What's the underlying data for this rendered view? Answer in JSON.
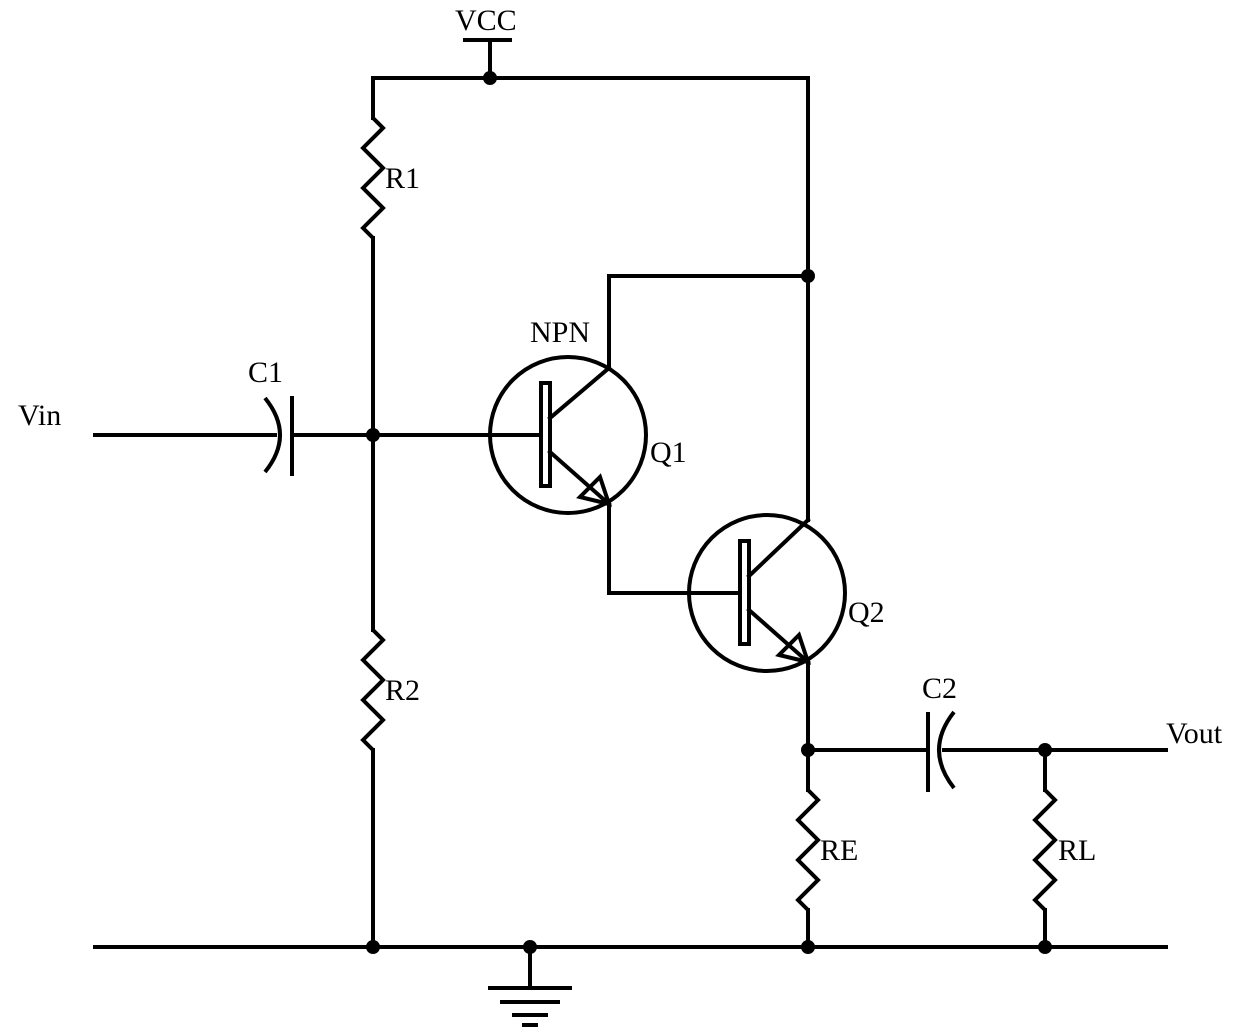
{
  "diagram": {
    "supply_label": "VCC",
    "input_label": "Vin",
    "output_label": "Vout",
    "transistor_type_label": "NPN",
    "components": {
      "r1": "R1",
      "r2": "R2",
      "re": "RE",
      "rl": "RL",
      "c1": "C1",
      "c2": "C2",
      "q1": "Q1",
      "q2": "Q2"
    }
  }
}
